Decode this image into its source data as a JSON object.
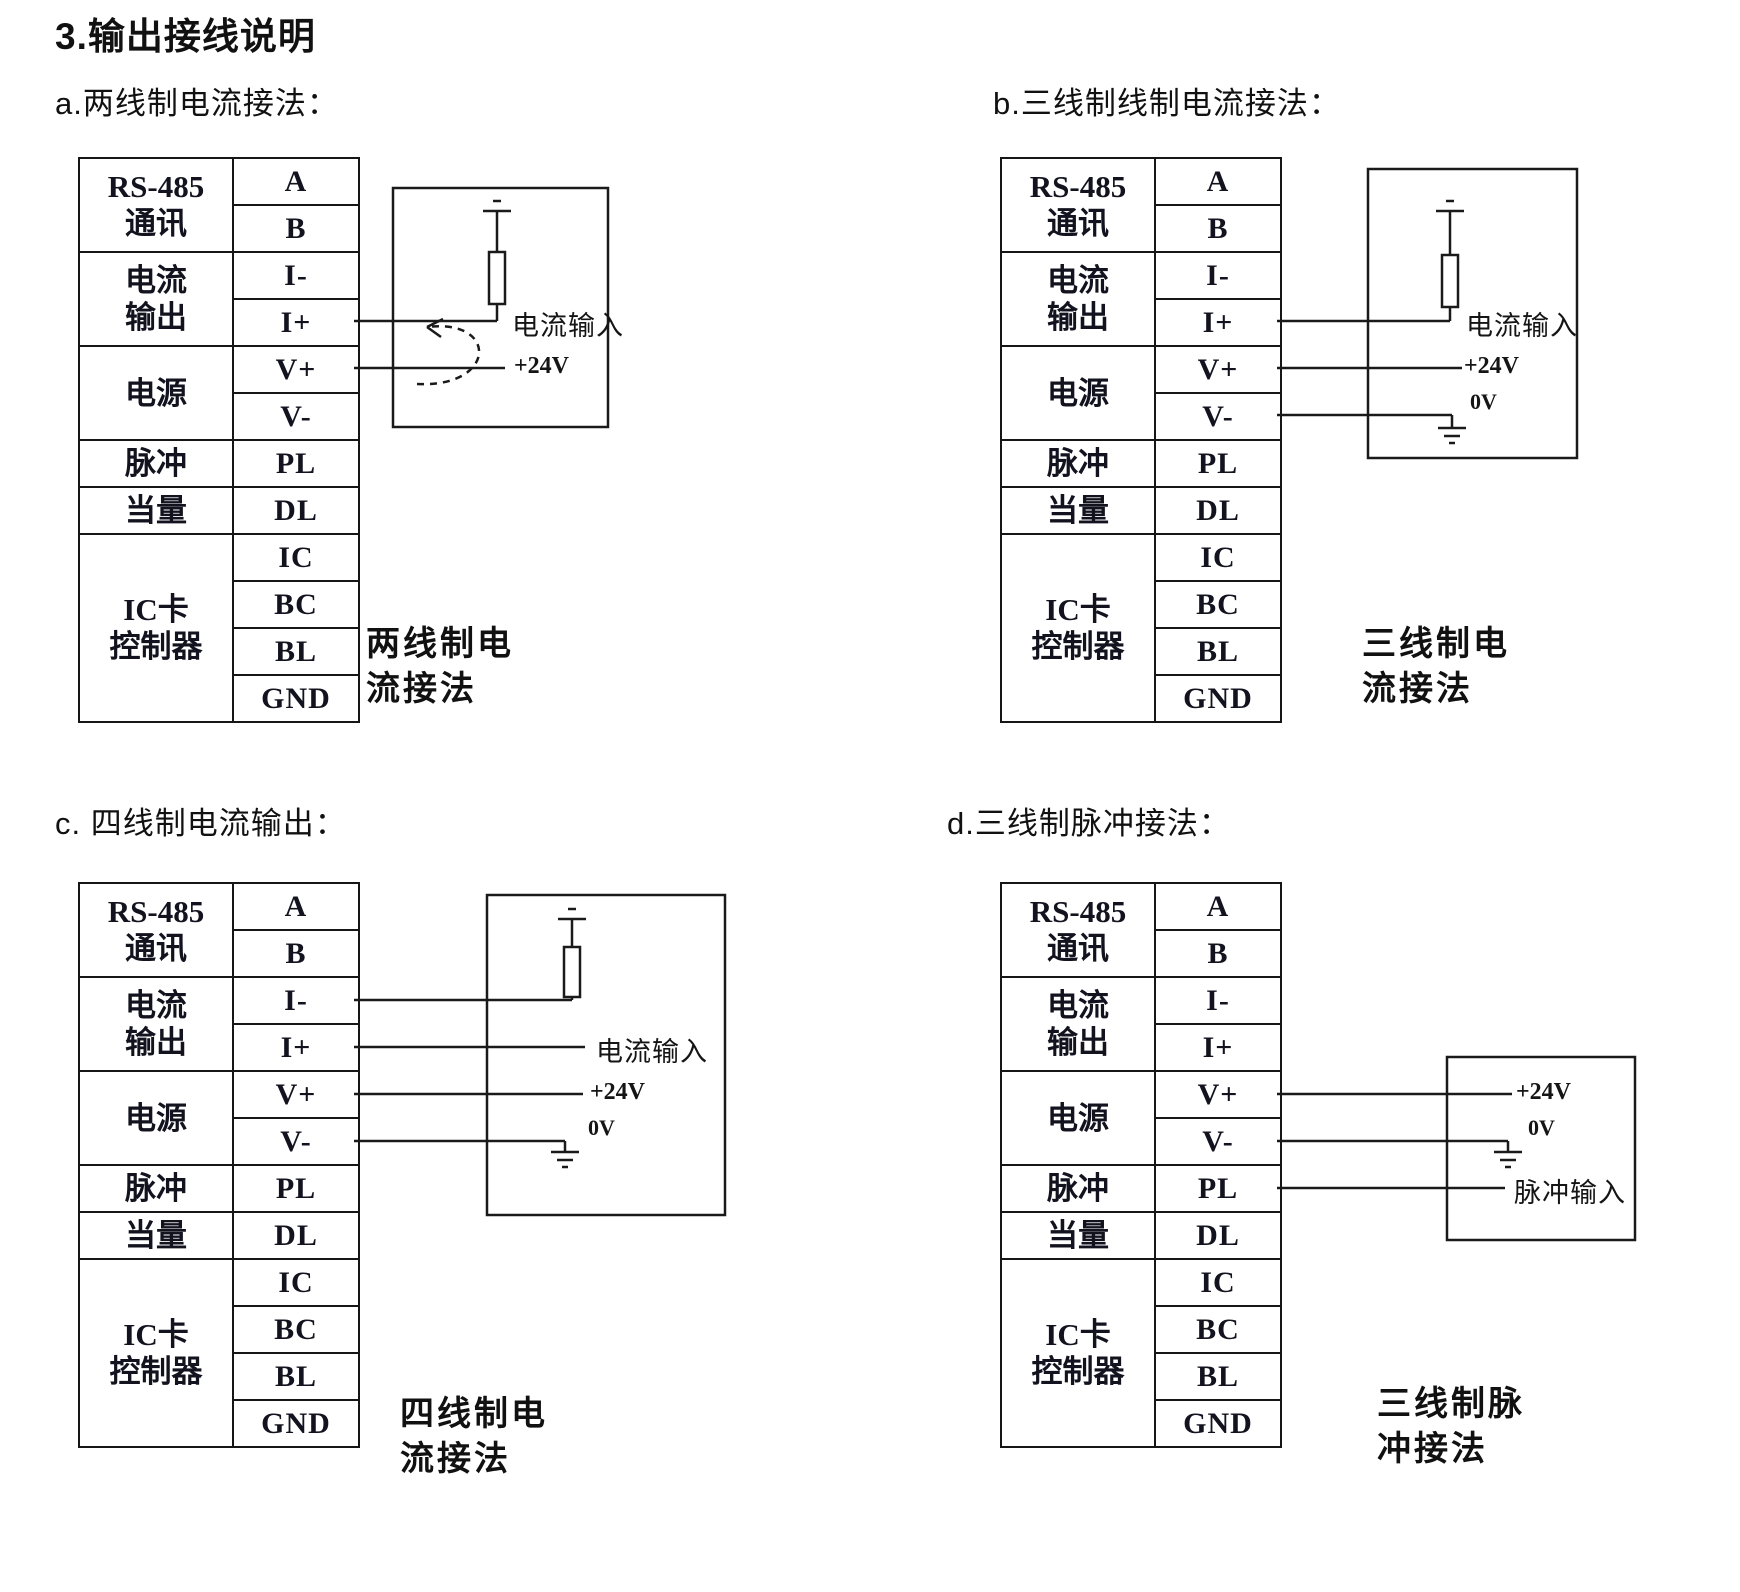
{
  "page": {
    "title": "3.输出接线说明"
  },
  "terminal_table": {
    "groups": [
      {
        "label_lines": [
          "RS-485",
          "通讯"
        ],
        "pins": [
          "A",
          "B"
        ]
      },
      {
        "label_lines": [
          "电流",
          "输出"
        ],
        "pins": [
          "I-",
          "I+"
        ]
      },
      {
        "label_lines": [
          "电源"
        ],
        "pins": [
          "V+",
          "V-"
        ]
      },
      {
        "label_lines": [
          "脉冲"
        ],
        "pins": [
          "PL"
        ]
      },
      {
        "label_lines": [
          "当量"
        ],
        "pins": [
          "DL"
        ]
      },
      {
        "label_lines": [
          "IC卡",
          "控制器"
        ],
        "pins": [
          "IC",
          "BC",
          "BL",
          "GND"
        ]
      }
    ]
  },
  "sections": {
    "a": {
      "heading": "a.两线制电流接法：",
      "caption": [
        "两线制电",
        "流接法"
      ],
      "labels": {
        "current_input": "电流输入",
        "v24": "+24V"
      }
    },
    "b": {
      "heading": "b.三线制线制电流接法：",
      "caption": [
        "三线制电",
        "流接法"
      ],
      "labels": {
        "current_input": "电流输入",
        "v24": "+24V",
        "v0": "0V"
      }
    },
    "c": {
      "heading": "c. 四线制电流输出：",
      "caption": [
        "四线制电",
        "流接法"
      ],
      "labels": {
        "current_input": "电流输入",
        "v24": "+24V",
        "v0": "0V"
      }
    },
    "d": {
      "heading": "d.三线制脉冲接法：",
      "caption": [
        "三线制脉",
        "冲接法"
      ],
      "labels": {
        "v24": "+24V",
        "v0": "0V",
        "pulse_input": "脉冲输入"
      }
    }
  }
}
